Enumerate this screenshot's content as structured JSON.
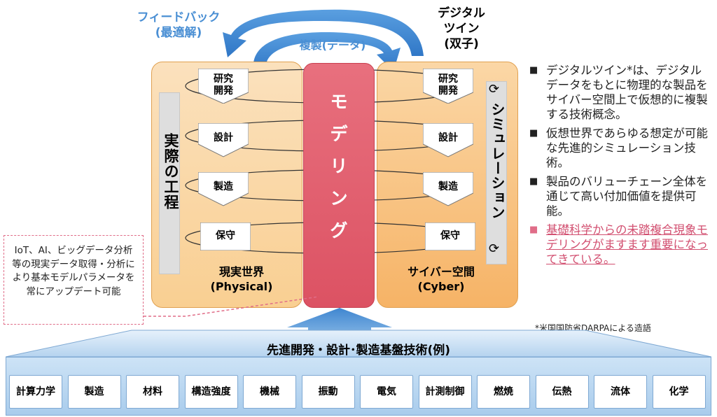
{
  "top": {
    "feedback_line1": "フィードバック",
    "feedback_line2": "(最適解)",
    "replication": "複製(データ)",
    "digital_twin_line1": "デジタル",
    "digital_twin_line2": "ツイン",
    "digital_twin_line3": "(双子)"
  },
  "left_panel": {
    "side_label": "実際の工程",
    "steps": [
      "研究\n開発",
      "設計",
      "製造",
      "保守"
    ],
    "label_line1": "現実世界",
    "label_line2": "(Physical)"
  },
  "center": {
    "modeling": "モデリング"
  },
  "right_panel": {
    "side_label": "シミュレーション",
    "steps": [
      "研究\n開発",
      "設計",
      "製造",
      "保守"
    ],
    "label_line1": "サイバー空間",
    "label_line2": "(Cyber)"
  },
  "bullets": [
    "デジタルツイン*は、デジタルデータをもとに物理的な製品をサイバー空間上で仮想的に複製する技術概念。",
    "仮想世界であらゆる想定が可能な先進的シミュレーション技術。",
    "製品のバリューチェーン全体を通じて高い付加価値を提供可能。"
  ],
  "bullet_highlight": "基礎科学からの未踏複合現象モデリングがますます重要になってきている。",
  "footnote": "*米国国防省DARPAによる造語",
  "note_box": "IoT、AI、ビッグデータ分析等の現実データ取得・分析により基本モデルパラメータを常にアップデート可能",
  "base": {
    "title": "先進開発・設計･製造基盤技術(例)",
    "items": [
      "計算力学",
      "製造",
      "材料",
      "構造強度",
      "機械",
      "振動",
      "電気",
      "計測制御",
      "燃焼",
      "伝熱",
      "流体",
      "化学"
    ]
  },
  "colors": {
    "accent_blue": "#4a8fd4",
    "modeling_red": "#dc5263",
    "highlight_pink": "#d24f70",
    "panel_orange": "#f6b366"
  }
}
